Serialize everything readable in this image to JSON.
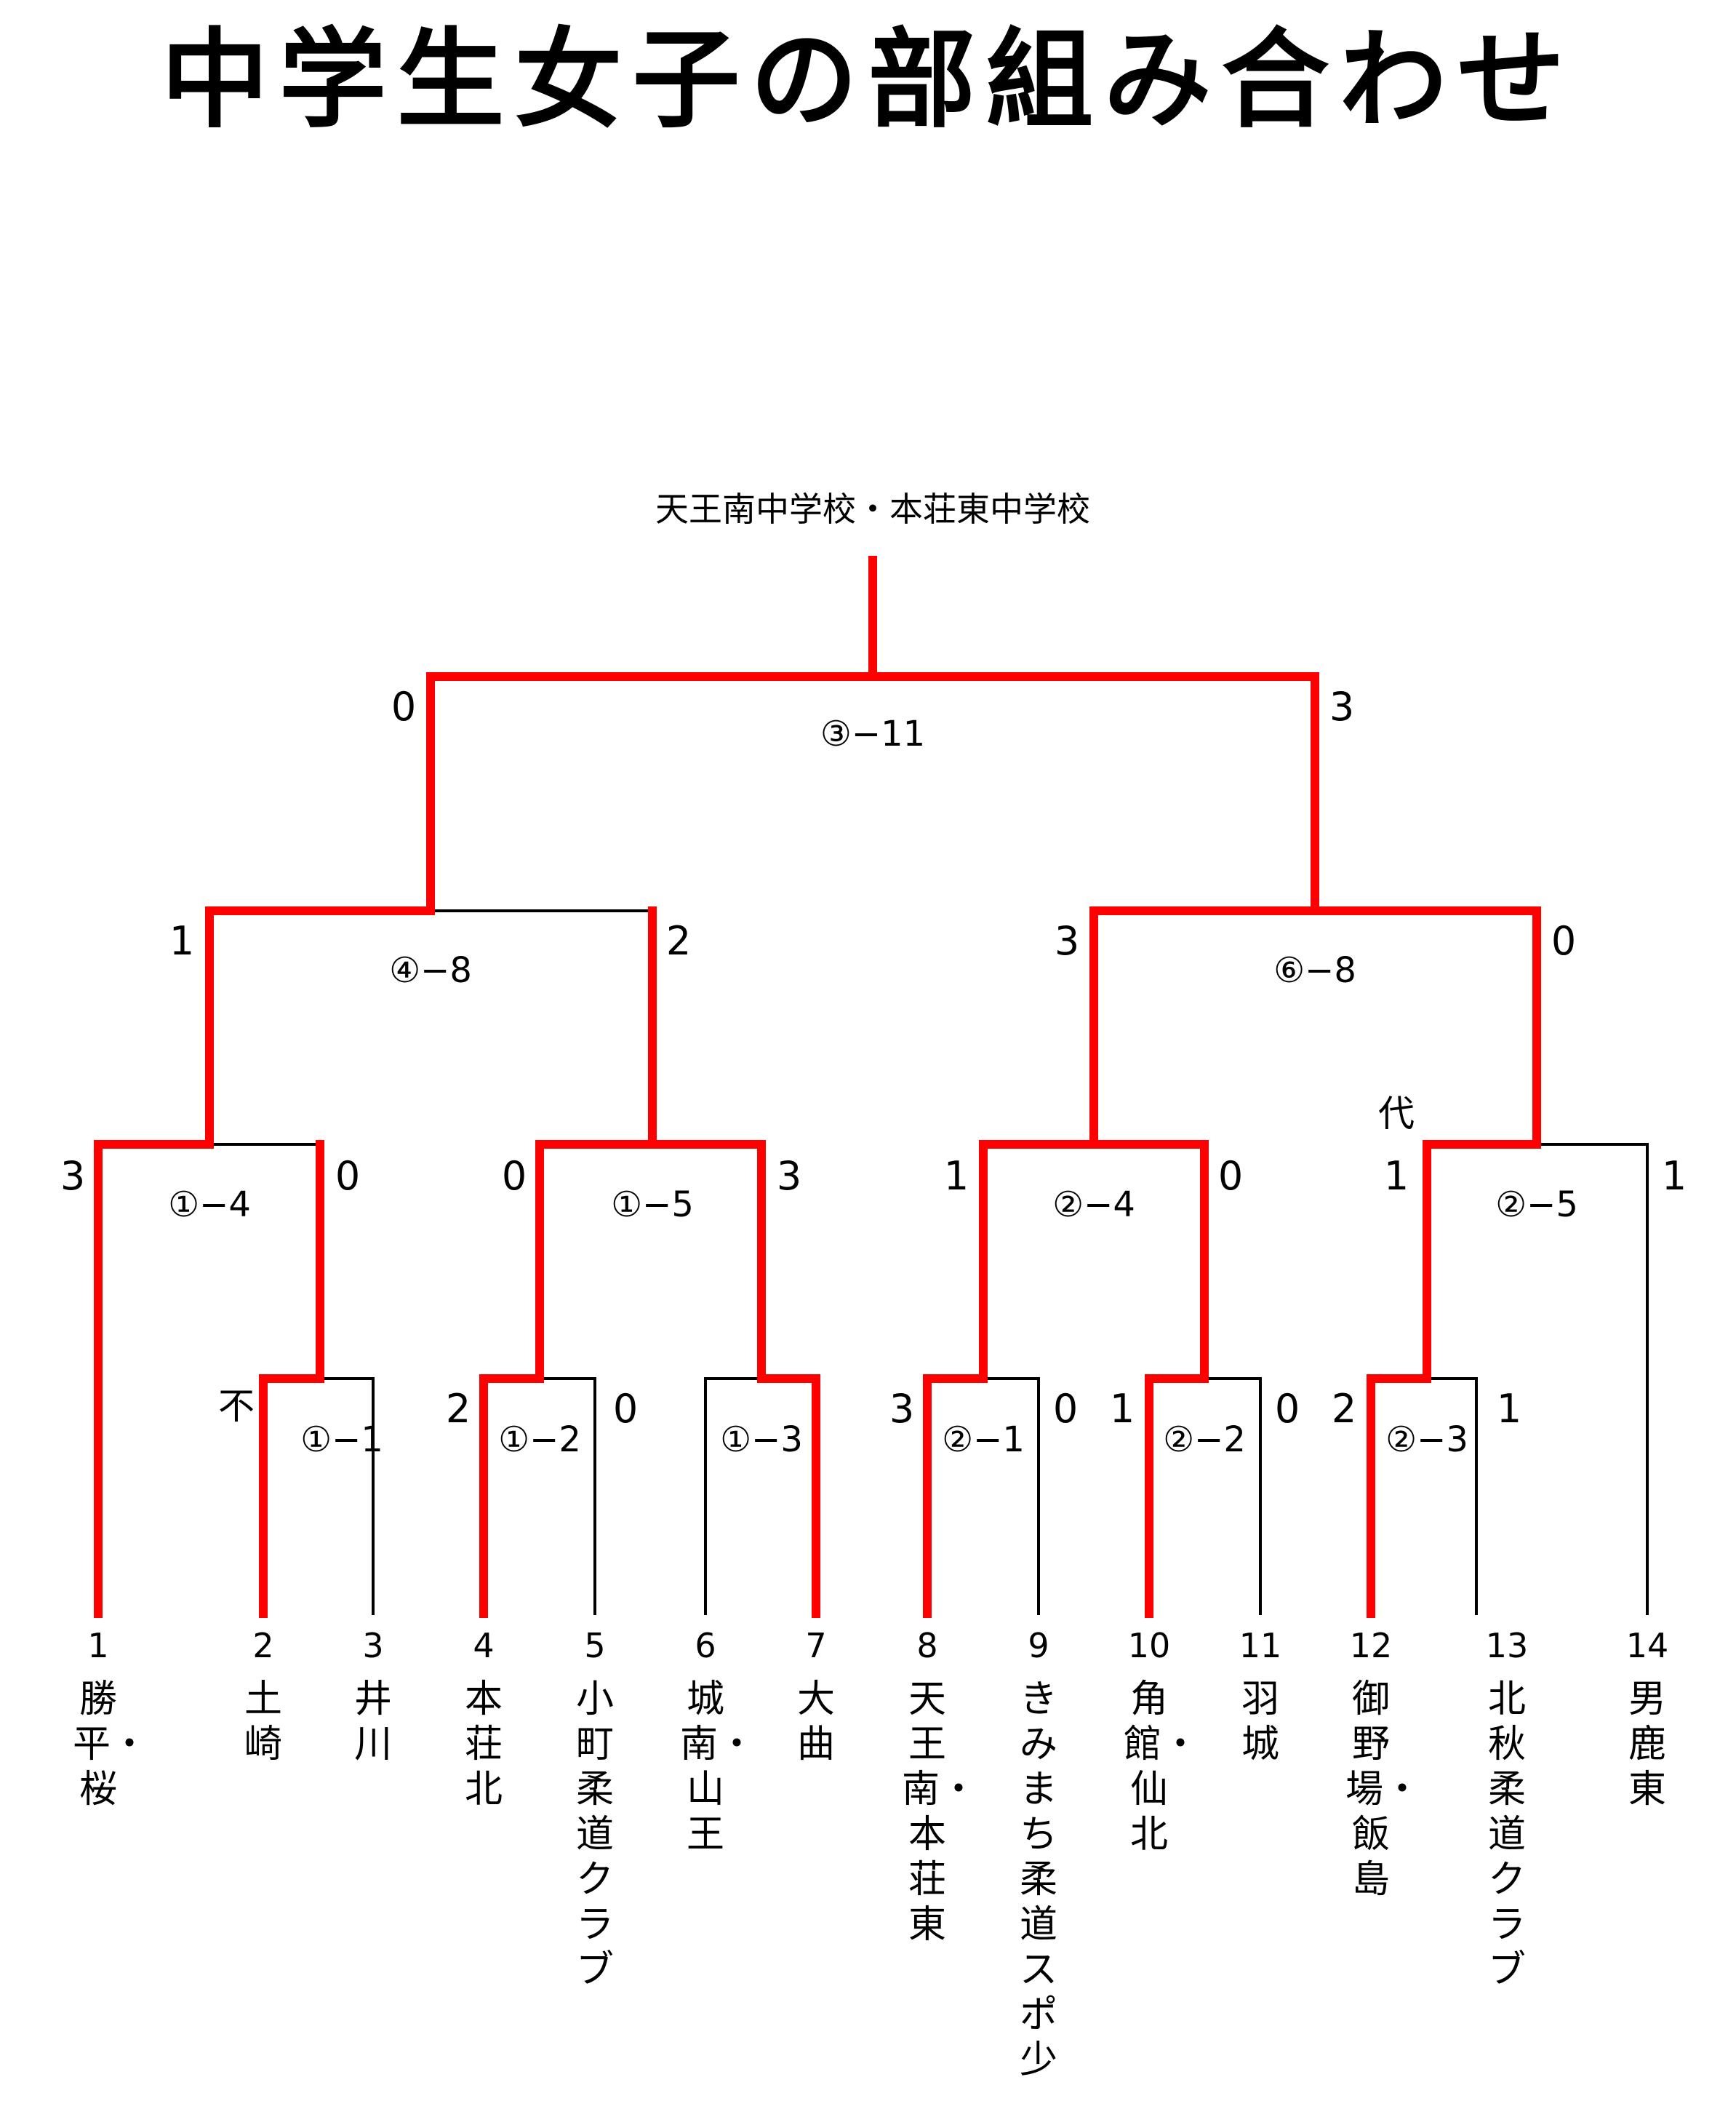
{
  "title": "中学生女子の部組み合わせ",
  "champion": "天王南中学校・本荘東中学校",
  "matches": [
    {
      "id": "m1-1",
      "label": "①−1",
      "left_score": "",
      "right_score": "",
      "note": "不"
    },
    {
      "id": "m1-2",
      "label": "①−2",
      "left_score": "2",
      "right_score": "0"
    },
    {
      "id": "m1-3",
      "label": "①−3",
      "left_score": "",
      "right_score": ""
    },
    {
      "id": "m1-4",
      "label": "①−4",
      "left_score": "3",
      "right_score": "0"
    },
    {
      "id": "m1-5",
      "label": "①−5",
      "left_score": "0",
      "right_score": "3"
    },
    {
      "id": "m2-1",
      "label": "②−1",
      "left_score": "3",
      "right_score": "0"
    },
    {
      "id": "m2-2",
      "label": "②−2",
      "left_score": "1",
      "right_score": "0"
    },
    {
      "id": "m2-3",
      "label": "②−3",
      "left_score": "2",
      "right_score": "1"
    },
    {
      "id": "m2-4",
      "label": "②−4",
      "left_score": "1",
      "right_score": "0"
    },
    {
      "id": "m2-5",
      "label": "②−5",
      "left_score": "1",
      "right_score": "1",
      "note": "代"
    },
    {
      "id": "m4-8",
      "label": "④−8",
      "left_score": "1",
      "right_score": "2"
    },
    {
      "id": "m6-8",
      "label": "⑥−8",
      "left_score": "3",
      "right_score": "0"
    },
    {
      "id": "m3-11",
      "label": "③−11",
      "left_score": "0",
      "right_score": "3"
    }
  ],
  "teams": [
    {
      "seed": "1",
      "name": "勝平・桜"
    },
    {
      "seed": "2",
      "name": "土崎"
    },
    {
      "seed": "3",
      "name": "井川"
    },
    {
      "seed": "4",
      "name": "本荘北"
    },
    {
      "seed": "5",
      "name": "小町柔道クラブ"
    },
    {
      "seed": "6",
      "name": "城南・山王"
    },
    {
      "seed": "7",
      "name": "大曲"
    },
    {
      "seed": "8",
      "name": "天王南・本荘東"
    },
    {
      "seed": "9",
      "name": "きみまち柔道スポ少"
    },
    {
      "seed": "10",
      "name": "角館・仙北"
    },
    {
      "seed": "11",
      "name": "羽城"
    },
    {
      "seed": "12",
      "name": "御野場・飯島"
    },
    {
      "seed": "13",
      "name": "北秋柔道クラブ"
    },
    {
      "seed": "14",
      "name": "男鹿東"
    }
  ],
  "colors": {
    "winner_line": "#ff0000",
    "line": "#000000"
  }
}
